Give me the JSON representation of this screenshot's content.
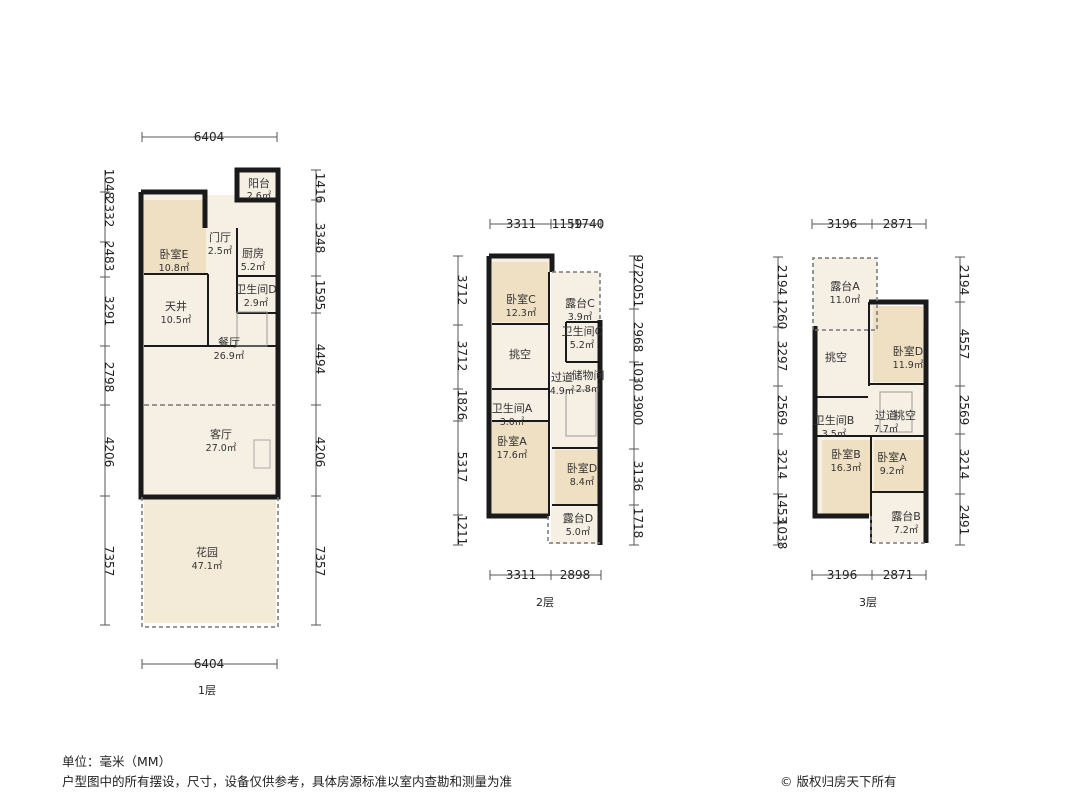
{
  "floors": [
    {
      "label": "1层",
      "top_dims": [
        "6404"
      ],
      "bottom_dims": [
        "6404"
      ],
      "left_dims": [
        "1048",
        "2332",
        "2483",
        "3291",
        "2798",
        "4206",
        "7357"
      ],
      "right_dims": [
        "1416",
        "3348",
        "1595",
        "4494",
        "4206",
        "7357"
      ],
      "rooms": [
        {
          "name": "阳台",
          "area": "2.6㎡"
        },
        {
          "name": "门厅",
          "area": "2.5㎡"
        },
        {
          "name": "卧室E",
          "area": "10.8㎡"
        },
        {
          "name": "厨房",
          "area": "5.2㎡"
        },
        {
          "name": "天井",
          "area": "10.5㎡"
        },
        {
          "name": "卫生间D",
          "area": "2.9㎡"
        },
        {
          "name": "餐厅",
          "area": "26.9㎡"
        },
        {
          "name": "客厅",
          "area": "27.0㎡"
        },
        {
          "name": "花园",
          "area": "47.1㎡"
        }
      ]
    },
    {
      "label": "2层",
      "top_dims": [
        "3311",
        "1159",
        "1740"
      ],
      "bottom_dims": [
        "3311",
        "2898"
      ],
      "left_dims": [
        "3712",
        "3712",
        "1826",
        "5317",
        "1211"
      ],
      "right_dims": [
        "972",
        "2051",
        "2968",
        "1030",
        "3900",
        "3136",
        "1718"
      ],
      "rooms": [
        {
          "name": "卧室C",
          "area": "12.3㎡"
        },
        {
          "name": "露台C",
          "area": "3.9㎡"
        },
        {
          "name": "卫生间C",
          "area": "5.2㎡"
        },
        {
          "name": "挑空",
          "area": ""
        },
        {
          "name": "过道",
          "area": "4.9㎡"
        },
        {
          "name": "储物间",
          "area": "2.8㎡"
        },
        {
          "name": "卫生间A",
          "area": "3.0㎡"
        },
        {
          "name": "卧室A",
          "area": "17.6㎡"
        },
        {
          "name": "卧室D",
          "area": "8.4㎡"
        },
        {
          "name": "露台D",
          "area": "5.0㎡"
        }
      ]
    },
    {
      "label": "3层",
      "top_dims": [
        "3196",
        "2871"
      ],
      "bottom_dims": [
        "3196",
        "2871"
      ],
      "left_dims": [
        "2194",
        "1260",
        "3297",
        "2569",
        "3214",
        "1453",
        "1038"
      ],
      "right_dims": [
        "2194",
        "4557",
        "2569",
        "3214",
        "2491"
      ],
      "rooms": [
        {
          "name": "露台A",
          "area": "11.0㎡"
        },
        {
          "name": "卧室D",
          "area": "11.9㎡"
        },
        {
          "name": "挑空",
          "area": ""
        },
        {
          "name": "卫生间B",
          "area": "3.5㎡"
        },
        {
          "name": "过道",
          "area": "7.7㎡"
        },
        {
          "name": "挑空",
          "area": ""
        },
        {
          "name": "卧室B",
          "area": "16.3㎡"
        },
        {
          "name": "卧室A",
          "area": "9.2㎡"
        },
        {
          "name": "露台B",
          "area": "7.2㎡"
        }
      ]
    }
  ],
  "footer": {
    "unit": "单位：毫米（MM）",
    "disclaimer": "户型图中的所有摆设，尺寸，设备仅供参考，具体房源标准以室内查勘和测量为准",
    "copyright": "© 版权归房天下所有"
  },
  "colors": {
    "wall": "#1a1a1a",
    "room_fill": "#f6efe4",
    "bedroom_fill": "#efdfc3",
    "dimension_line": "#555555",
    "background": "#ffffff"
  }
}
